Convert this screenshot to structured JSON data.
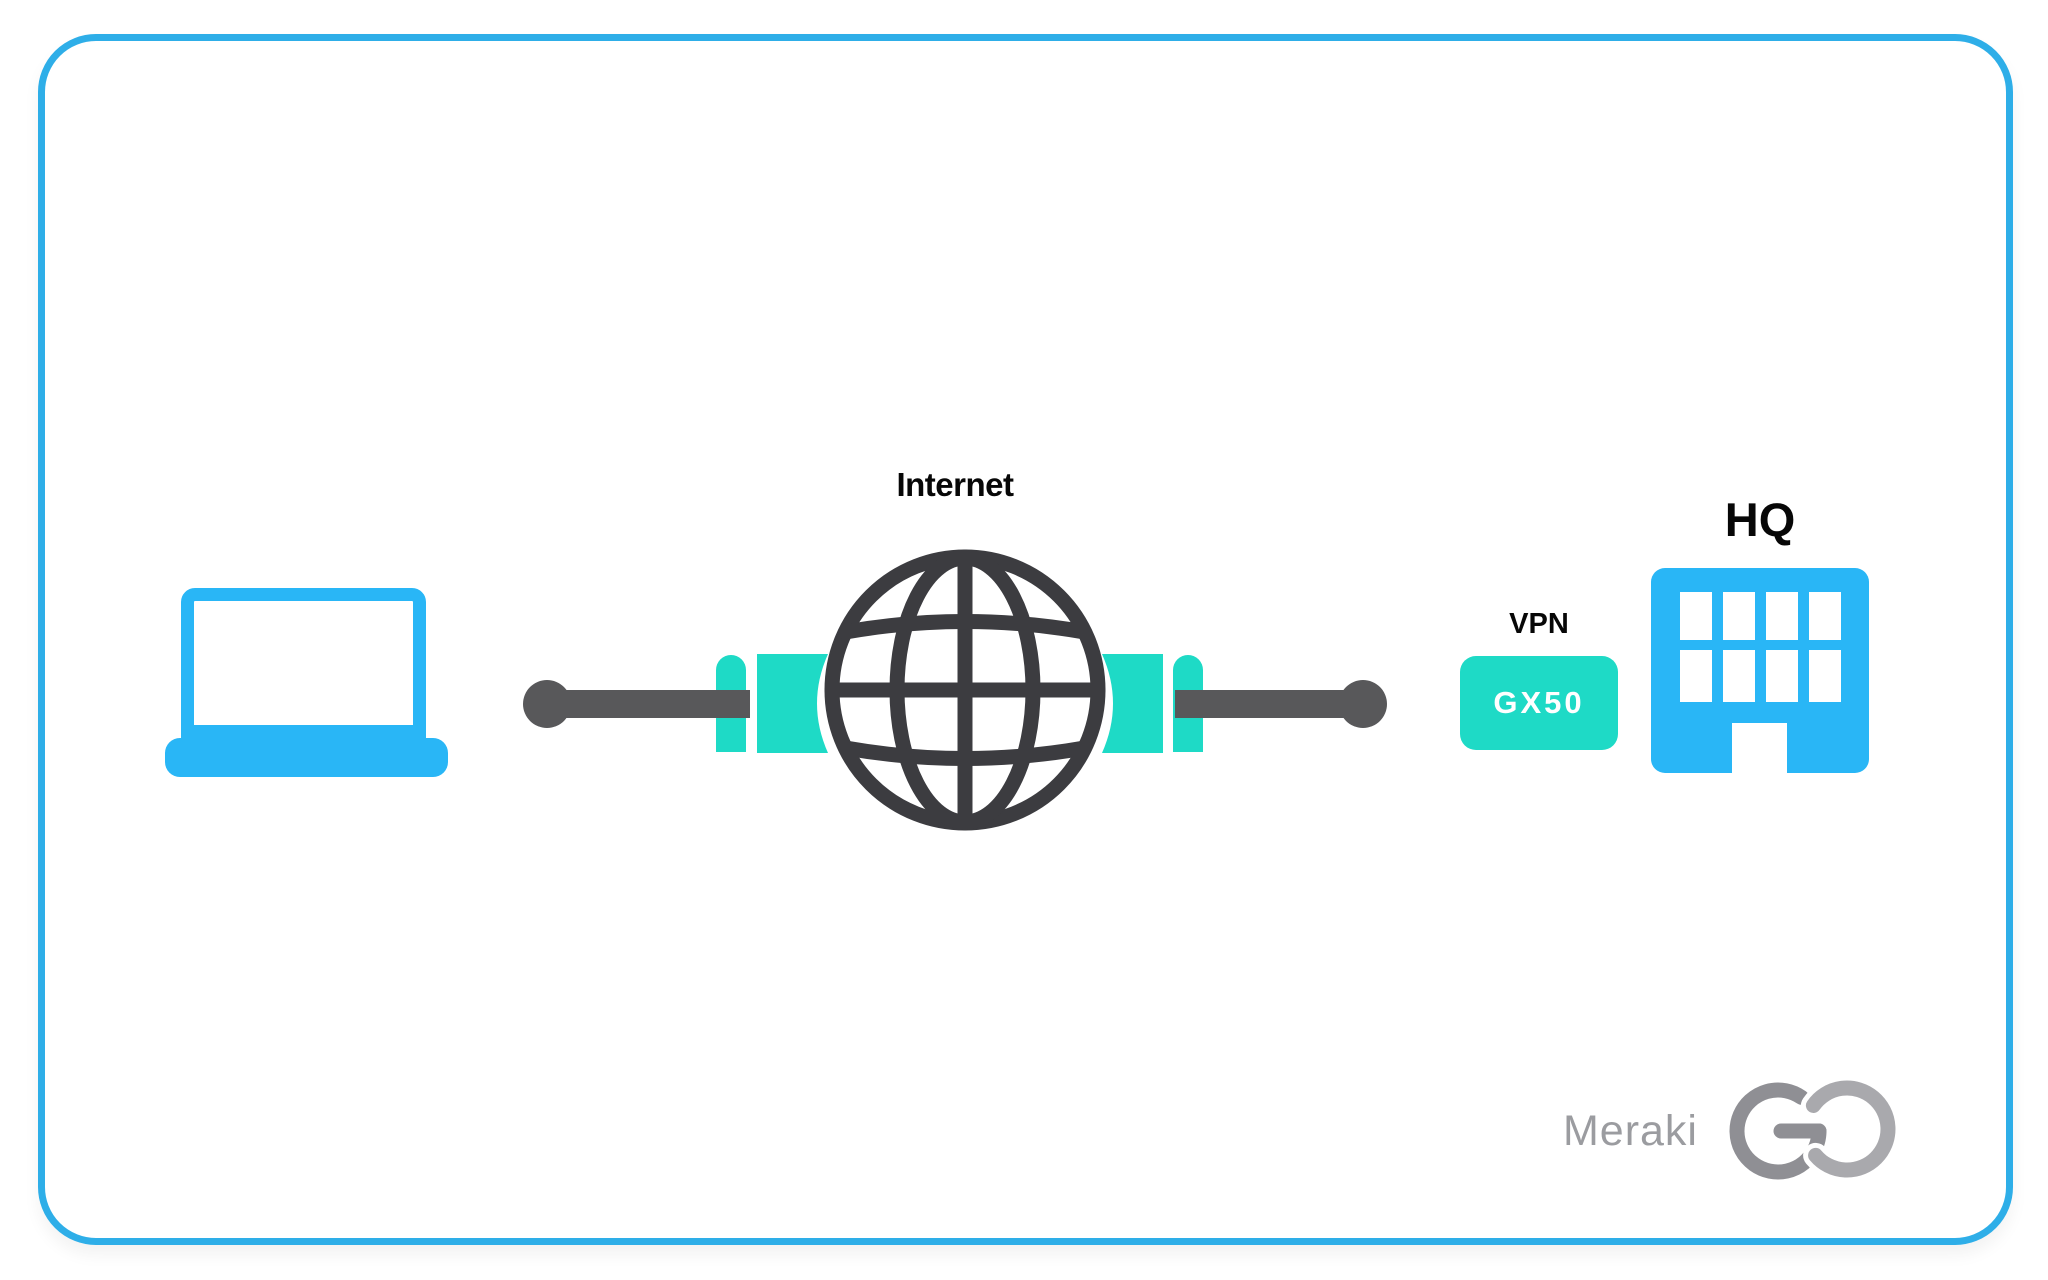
{
  "diagram": {
    "internet_label": "Internet",
    "vpn_label": "VPN",
    "gateway_model": "GX50",
    "hq_label": "HQ"
  },
  "brand": {
    "name": "Meraki",
    "product": "GO"
  },
  "icons": {
    "laptop": "laptop-icon",
    "internet": "globe-icon",
    "tunnel": "vpn-tunnel-segment-icon",
    "endpoint": "endpoint-dot-icon",
    "gateway": "vpn-gateway-box",
    "headquarters": "building-icon",
    "logo_mark": "go-logo-icon"
  },
  "colors": {
    "blue": "#29B6F6",
    "border_blue": "#2EAEE8",
    "teal": "#1EDAC6",
    "line_gray": "#58585A",
    "globe_gray": "#3C3C40",
    "ink": "#070707",
    "brand_gray": "#9B9CA0",
    "logo_g": "#8F8F94",
    "logo_o": "#A9A9AD"
  }
}
